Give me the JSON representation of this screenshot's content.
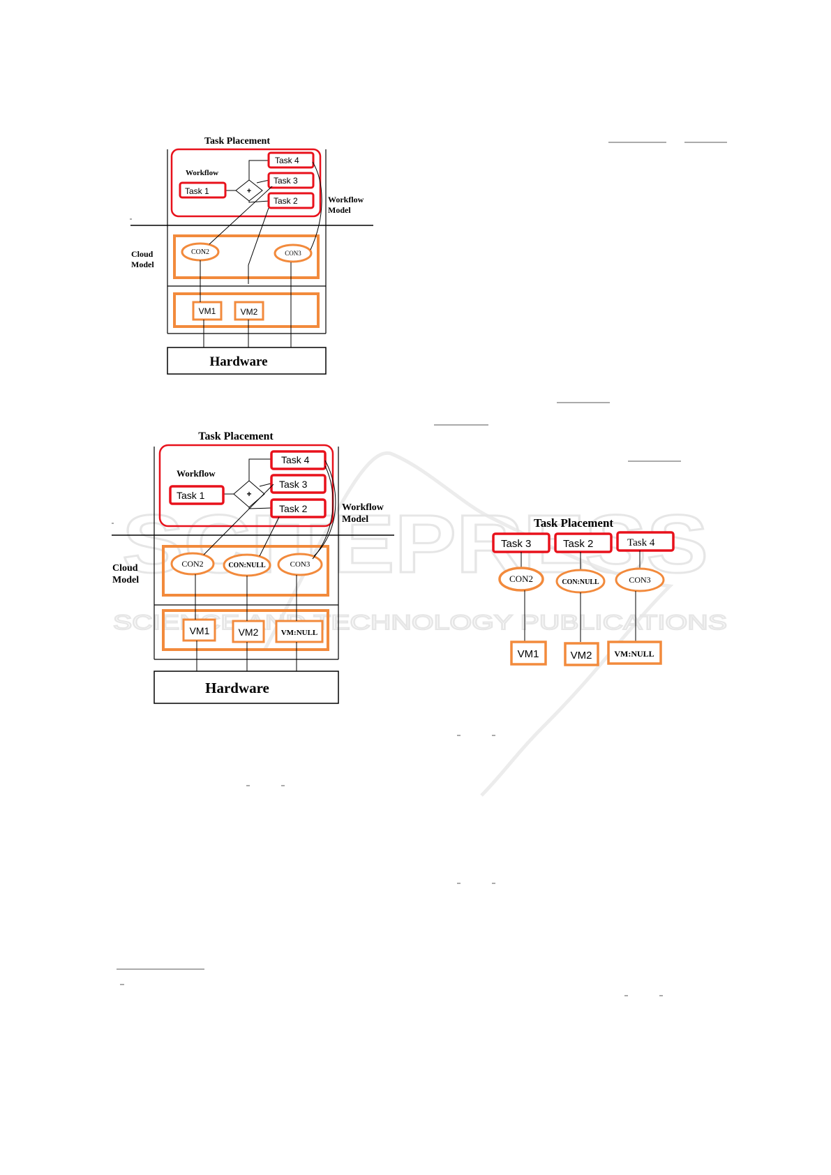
{
  "watermark": {
    "logo_text": "SCITEPRESS",
    "tagline": "SCIENCE AND TECHNOLOGY PUBLICATIONS"
  },
  "figure1": {
    "title": "Task Placement",
    "workflow_label": "Workflow",
    "tasks": [
      "Task 1",
      "Task 4",
      "Task 3",
      "Task 2"
    ],
    "gateway_symbol": "+",
    "workflow_model_label": [
      "Workflow",
      "Model"
    ],
    "cloud_model_label": [
      "Cloud",
      "Model"
    ],
    "containers": [
      "CON2",
      "CON3"
    ],
    "vms": [
      "VM1",
      "VM2"
    ],
    "hardware": "Hardware"
  },
  "figure2": {
    "title": "Task Placement",
    "workflow_label": "Workflow",
    "tasks": [
      "Task 1",
      "Task 4",
      "Task 3",
      "Task 2"
    ],
    "gateway_symbol": "+",
    "workflow_model_label": [
      "Workflow",
      "Model"
    ],
    "cloud_model_label": [
      "Cloud",
      "Model"
    ],
    "containers": [
      "CON2",
      "CON:NULL",
      "CON3"
    ],
    "vms": [
      "VM1",
      "VM2",
      "VM:NULL"
    ],
    "hardware": "Hardware"
  },
  "figure3": {
    "title": "Task Placement",
    "tasks": [
      "Task 3",
      "Task 2",
      "Task 4"
    ],
    "containers": [
      "CON2",
      "CON:NULL",
      "CON3"
    ],
    "vms": [
      "VM1",
      "VM2",
      "VM:NULL"
    ]
  }
}
